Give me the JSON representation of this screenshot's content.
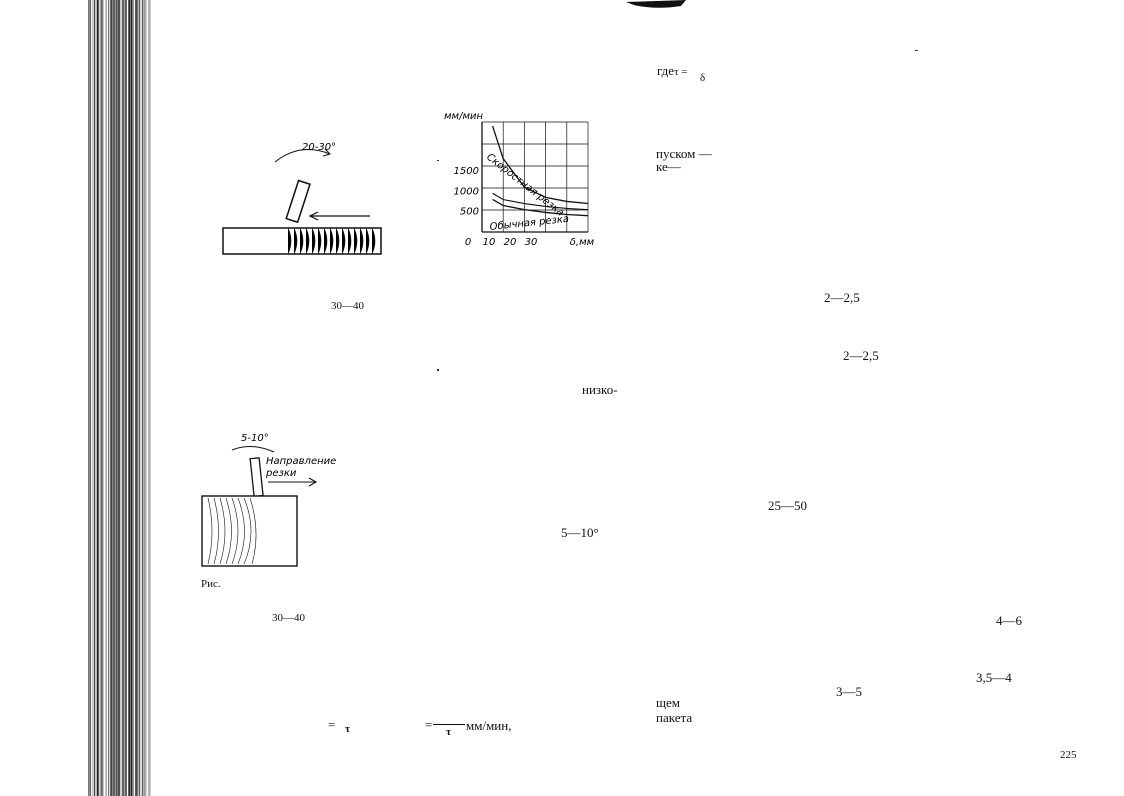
{
  "left_page": {
    "fig1_angle": "20-30°",
    "under_fig1": "30—40",
    "nizko": "низко-",
    "fig2_angle": "5-10°",
    "fig2_direction": "Направление резки",
    "fig2_direction_l1": "Направление",
    "fig2_direction_l2": "резки",
    "fig_caption": "Рис.",
    "mid_range": "5—10°",
    "under_fig2": "30—40",
    "formula_eq": "=",
    "formula_tau1": "τ",
    "formula_eq2": "=",
    "formula_tau2": "τ",
    "formula_units": "мм/мин,"
  },
  "right_page": {
    "gde": "где",
    "gde_tau": "τ =",
    "delta": "δ",
    "puskom": "пуском —",
    "ke": "ке—",
    "range_a": "2—2,5",
    "range_b": "2—2,5",
    "range_c": "25—50",
    "range_d": "4—6",
    "range_e": "3,5—4",
    "range_f": "3—5",
    "shchem": "щем",
    "paketa": "пакета",
    "page_number": "225"
  },
  "chart_data": {
    "type": "line",
    "ylabel": "мм/мин",
    "xlabel": "δ,мм",
    "x_ticks": [
      "0",
      "10",
      "20",
      "30",
      "δ,мм"
    ],
    "y_ticks": [
      "1500",
      "1000",
      "500"
    ],
    "xlim": [
      0,
      50
    ],
    "ylim": [
      0,
      2700
    ],
    "grid": true,
    "series": [
      {
        "name": "Скоростная резка",
        "x": [
          5,
          10,
          20,
          30,
          40,
          50
        ],
        "y": [
          2600,
          1800,
          1100,
          850,
          750,
          700
        ]
      },
      {
        "name": "Обычная резка",
        "x": [
          5,
          10,
          20,
          30,
          40,
          50
        ],
        "y": [
          800,
          650,
          550,
          480,
          430,
          400
        ]
      }
    ]
  }
}
